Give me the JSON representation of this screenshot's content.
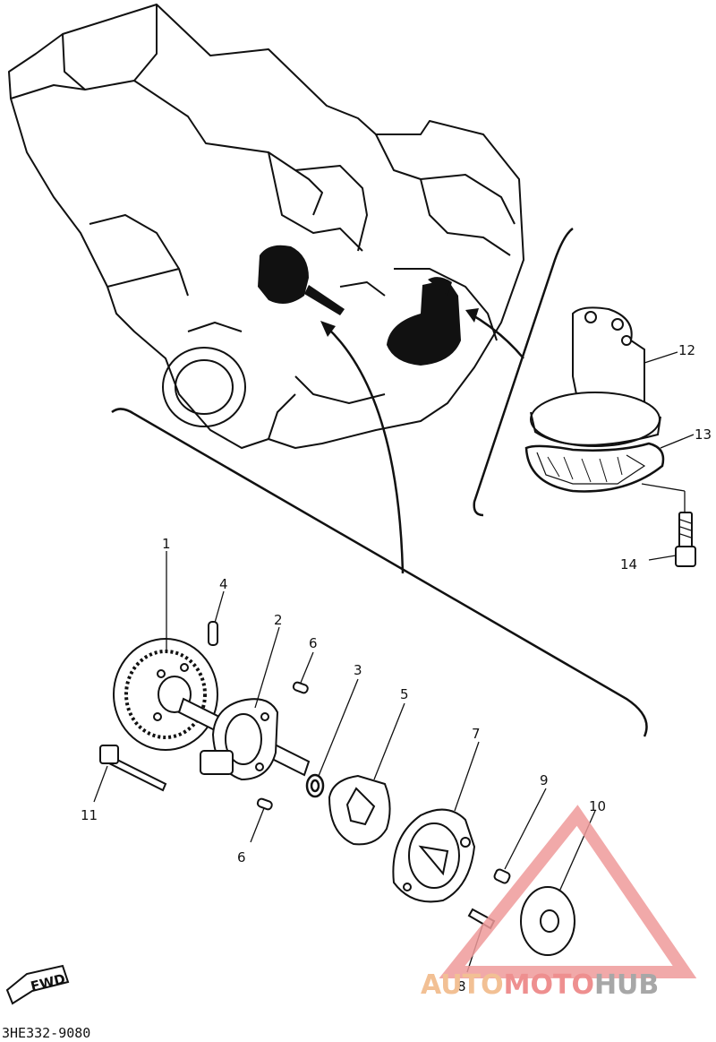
{
  "diagram": {
    "code": "3HE332-9080",
    "fwd_label": "FWD",
    "callouts": [
      "1",
      "2",
      "3",
      "4",
      "5",
      "6",
      "6",
      "7",
      "8",
      "9",
      "10",
      "11",
      "12",
      "13",
      "14"
    ]
  },
  "watermark": {
    "part1": "AUTO",
    "part2": "MOTO",
    "part3": "HUB",
    "colors": [
      "#f2c094",
      "#ee8f8f",
      "#a7a7a7"
    ]
  }
}
